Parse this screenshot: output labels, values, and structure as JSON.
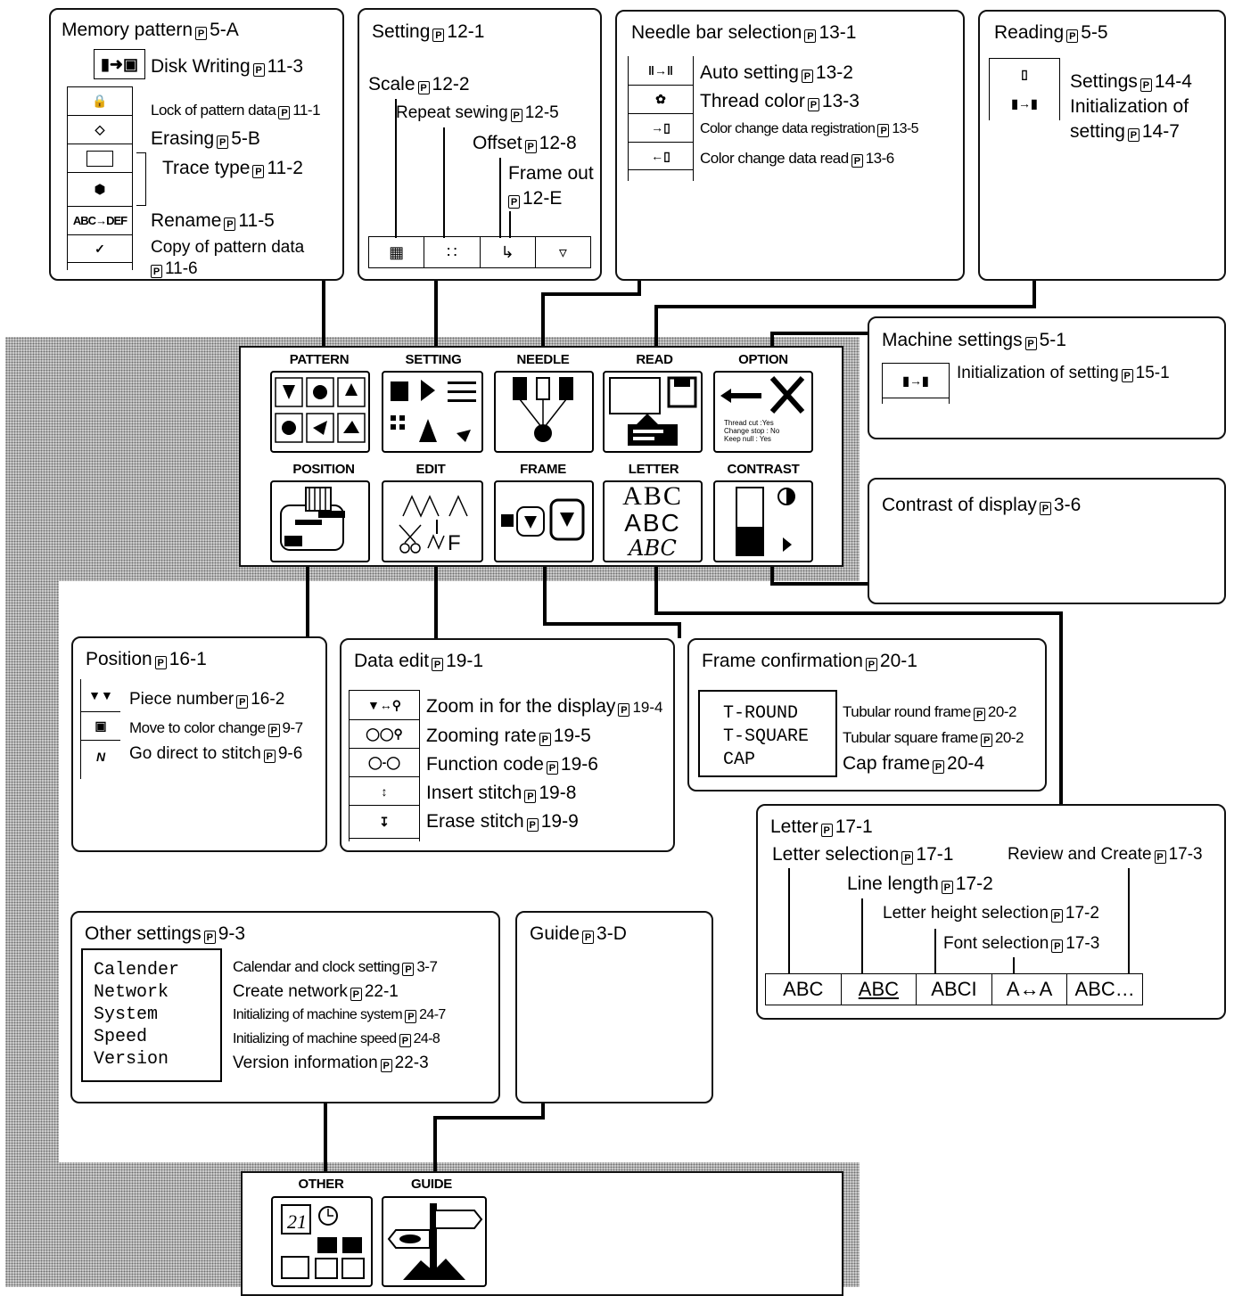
{
  "ref_mark": "P",
  "main_buttons": [
    "PATTERN",
    "SETTING",
    "NEEDLE",
    "READ",
    "OPTION",
    "POSITION",
    "EDIT",
    "FRAME",
    "LETTER",
    "CONTRAST"
  ],
  "option_status": [
    "Thread cut    :Yes",
    "Change stop : No",
    "Keep null    : Yes"
  ],
  "letter_button_text": {
    "l1": "ABC",
    "l2": "ABC",
    "l3": "ABC"
  },
  "bottom_buttons": [
    "OTHER",
    "GUIDE"
  ],
  "other_day": "21",
  "memory": {
    "title": "Memory pattern",
    "title_ref": "5-A",
    "items": [
      {
        "label": "Disk Writing",
        "ref": "11-3"
      },
      {
        "label": "Lock of pattern data",
        "ref": "11-1"
      },
      {
        "label": "Erasing",
        "ref": "5-B"
      },
      {
        "label": "Trace type",
        "ref": "11-2"
      },
      {
        "label": "Rename",
        "ref": "11-5"
      },
      {
        "label": "Copy of pattern data",
        "ref": "11-6"
      }
    ],
    "rename_icon": "ABC→DEF"
  },
  "setting": {
    "title": "Setting",
    "title_ref": "12-1",
    "items": [
      {
        "label": "Scale",
        "ref": "12-2"
      },
      {
        "label": "Repeat sewing",
        "ref": "12-5"
      },
      {
        "label": "Offset",
        "ref": "12-8"
      },
      {
        "label": "Frame out",
        "ref": "12-E"
      }
    ]
  },
  "needle": {
    "title": "Needle bar selection",
    "title_ref": "13-1",
    "items": [
      {
        "label": "Auto setting",
        "ref": "13-2"
      },
      {
        "label": "Thread color",
        "ref": "13-3"
      },
      {
        "label": "Color change data registration",
        "ref": "13-5"
      },
      {
        "label": "Color change data read",
        "ref": "13-6"
      }
    ]
  },
  "reading": {
    "title": "Reading",
    "title_ref": "5-5",
    "items": [
      {
        "label": "Settings",
        "ref": "14-4"
      },
      {
        "label": "Initialization of",
        "ref": ""
      },
      {
        "label": "setting",
        "ref": "14-7"
      }
    ]
  },
  "machine": {
    "title": "Machine settings",
    "title_ref": "5-1",
    "items": [
      {
        "label": "Initialization of setting",
        "ref": "15-1"
      }
    ]
  },
  "contrast": {
    "title": "Contrast of display",
    "title_ref": "3-6"
  },
  "position": {
    "title": "Position",
    "title_ref": "16-1",
    "items": [
      {
        "label": "Piece number",
        "ref": "16-2"
      },
      {
        "label": "Move to color change",
        "ref": "9-7"
      },
      {
        "label": "Go direct to stitch",
        "ref": "9-6"
      }
    ]
  },
  "dataedit": {
    "title": "Data edit",
    "title_ref": "19-1",
    "items": [
      {
        "label": "Zoom in for the display",
        "ref": "19-4"
      },
      {
        "label": "Zooming rate",
        "ref": "19-5"
      },
      {
        "label": "Function code",
        "ref": "19-6"
      },
      {
        "label": "Insert stitch",
        "ref": "19-8"
      },
      {
        "label": "Erase stitch",
        "ref": "19-9"
      }
    ]
  },
  "frame": {
    "title": "Frame confirmation",
    "title_ref": "20-1",
    "options": [
      "T-ROUND",
      "T-SQUARE",
      "CAP"
    ],
    "items": [
      {
        "label": "Tubular round frame",
        "ref": "20-2"
      },
      {
        "label": "Tubular square frame",
        "ref": "20-2"
      },
      {
        "label": "Cap frame",
        "ref": "20-4"
      }
    ]
  },
  "letter": {
    "title": "Letter",
    "title_ref": "17-1",
    "items": [
      {
        "label": "Letter selection",
        "ref": "17-1"
      },
      {
        "label": "Review and Create",
        "ref": "17-3"
      },
      {
        "label": "Line length",
        "ref": "17-2"
      },
      {
        "label": "Letter height selection",
        "ref": "17-2"
      },
      {
        "label": "Font selection",
        "ref": "17-3"
      }
    ],
    "buttons": [
      "ABC",
      "ABC",
      "ABCI",
      "A↔A",
      "ABC…"
    ]
  },
  "other": {
    "title": "Other settings",
    "title_ref": "9-3",
    "options": [
      "Calender",
      "Network",
      "System",
      "Speed",
      "Version"
    ],
    "items": [
      {
        "label": "Calendar and clock setting",
        "ref": "3-7"
      },
      {
        "label": "Create network",
        "ref": "22-1"
      },
      {
        "label": "Initializing of machine system",
        "ref": "24-7"
      },
      {
        "label": "Initializing of machine speed",
        "ref": "24-8"
      },
      {
        "label": "Version information",
        "ref": "22-3"
      }
    ]
  },
  "guide": {
    "title": "Guide",
    "title_ref": "3-D"
  }
}
